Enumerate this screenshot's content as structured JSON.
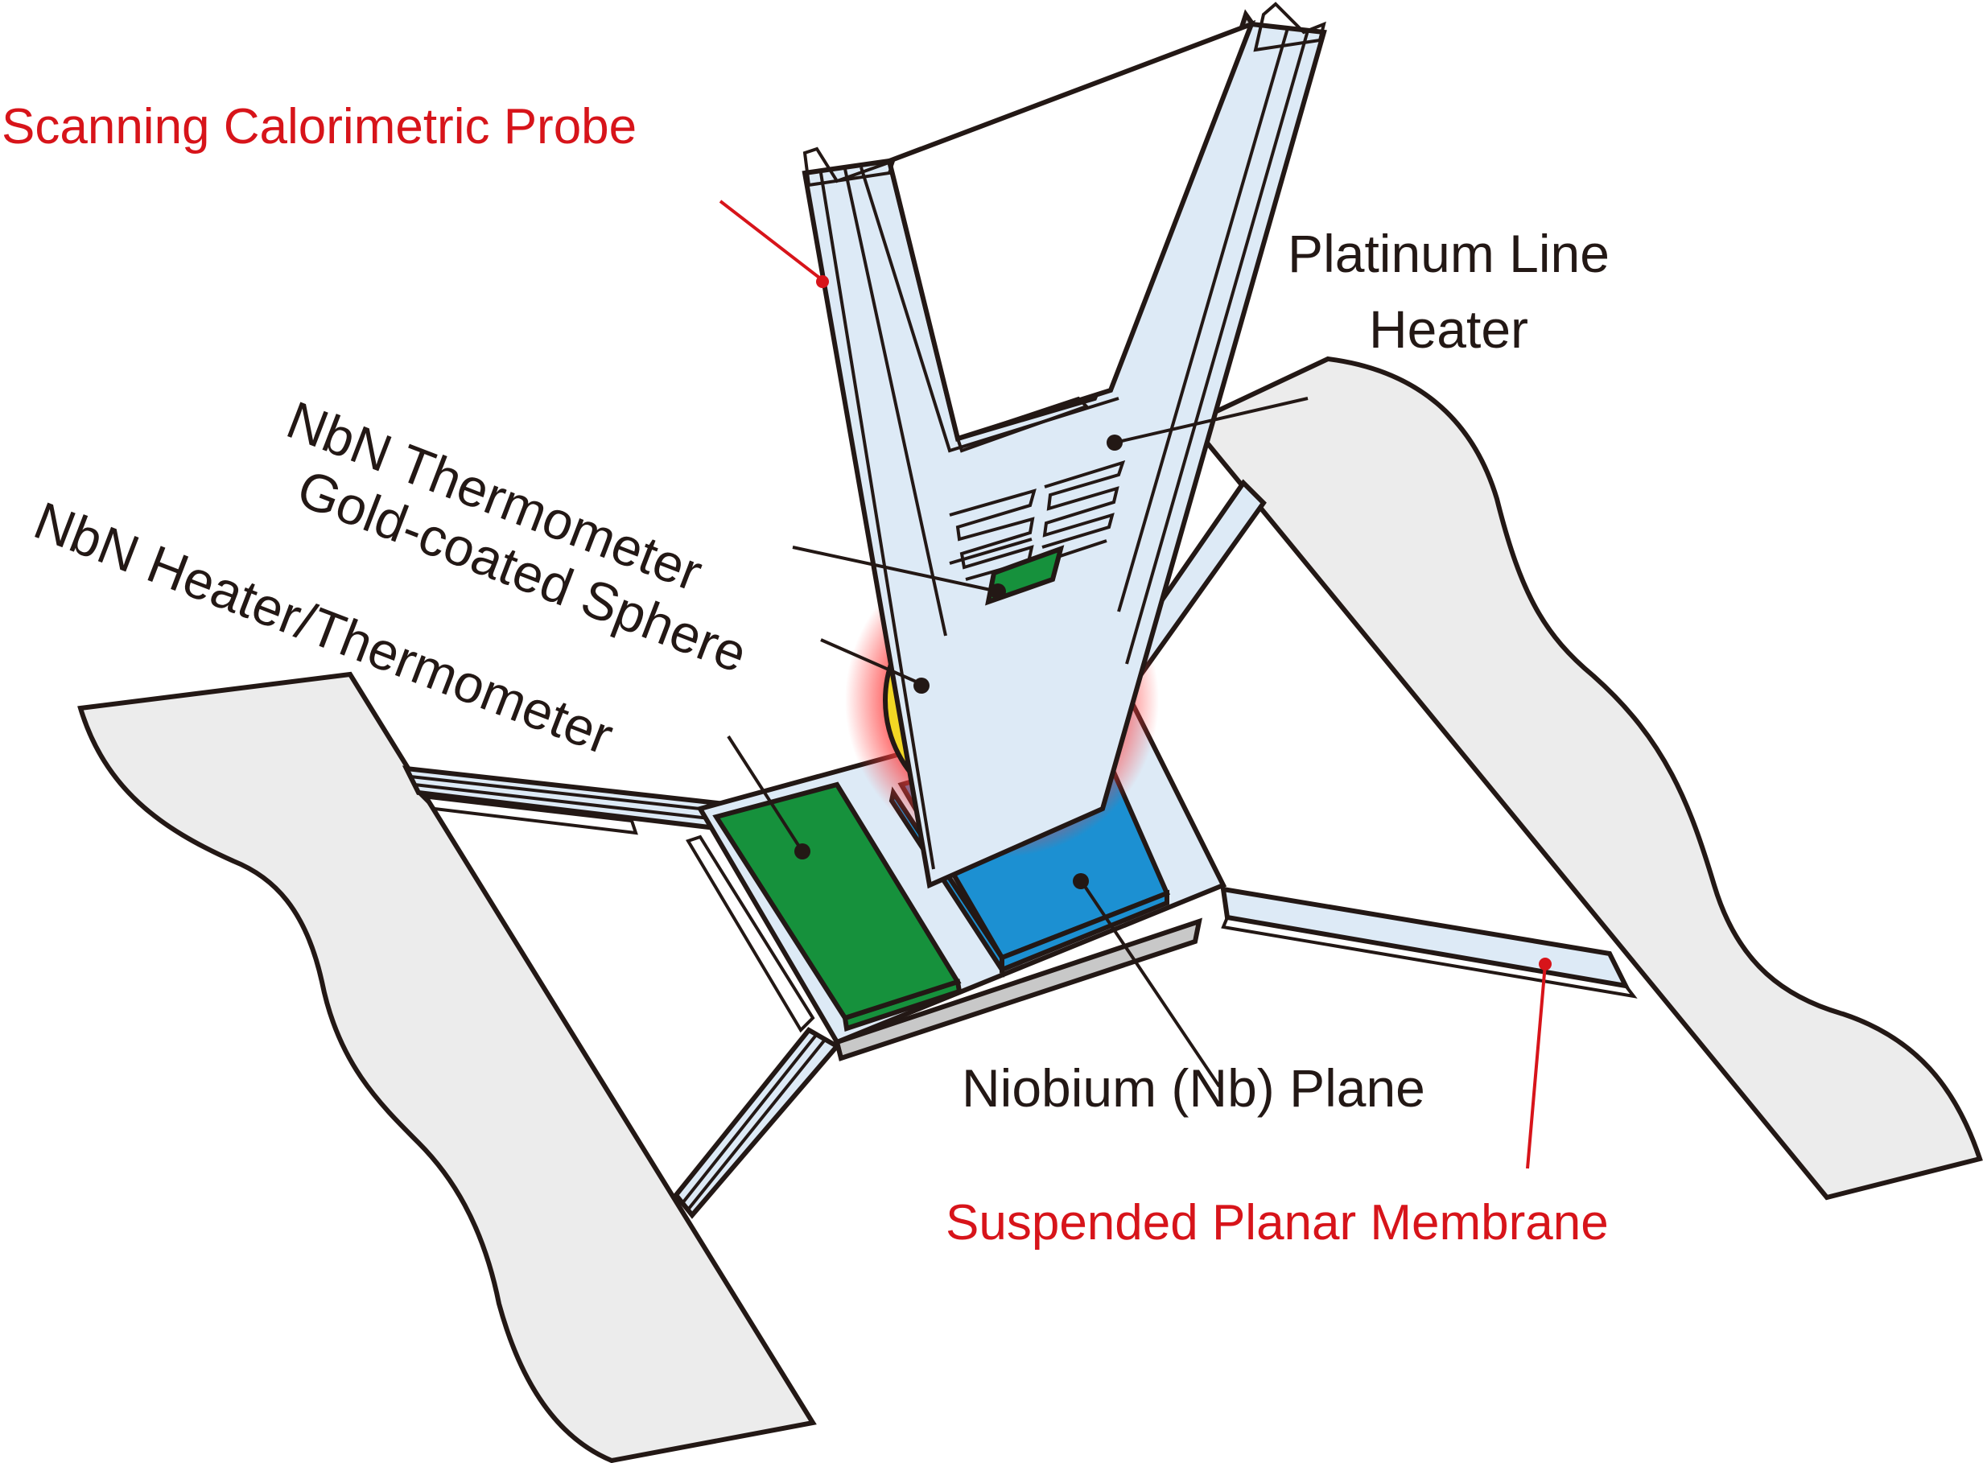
{
  "figure": {
    "title": "Scanning calorimetric probe above suspended planar membrane",
    "colors": {
      "outline": "#231815",
      "substrate": "#ececec",
      "membrane": "#ddeaf6",
      "side_shadow": "#c8c8c8",
      "gold_sphere": "#f2d724",
      "sphere_glow": "#ff4a4a",
      "nbn_green": "#16913c",
      "niobium_blue": "#1c90d2",
      "highlight": "#eef4fa",
      "label_red": "#d7141a",
      "label_black": "#231815"
    }
  },
  "labels": {
    "scanning_probe": "Scanning Calorimetric Probe",
    "platinum_heater_line1": "Platinum Line",
    "platinum_heater_line2": "Heater",
    "nbn_thermometer": "NbN Thermometer",
    "gold_sphere": "Gold-coated Sphere",
    "nbn_heater_thermometer": "NbN Heater/Thermometer",
    "niobium_plane": "Niobium (Nb) Plane",
    "suspended_membrane": "Suspended Planar Membrane"
  }
}
